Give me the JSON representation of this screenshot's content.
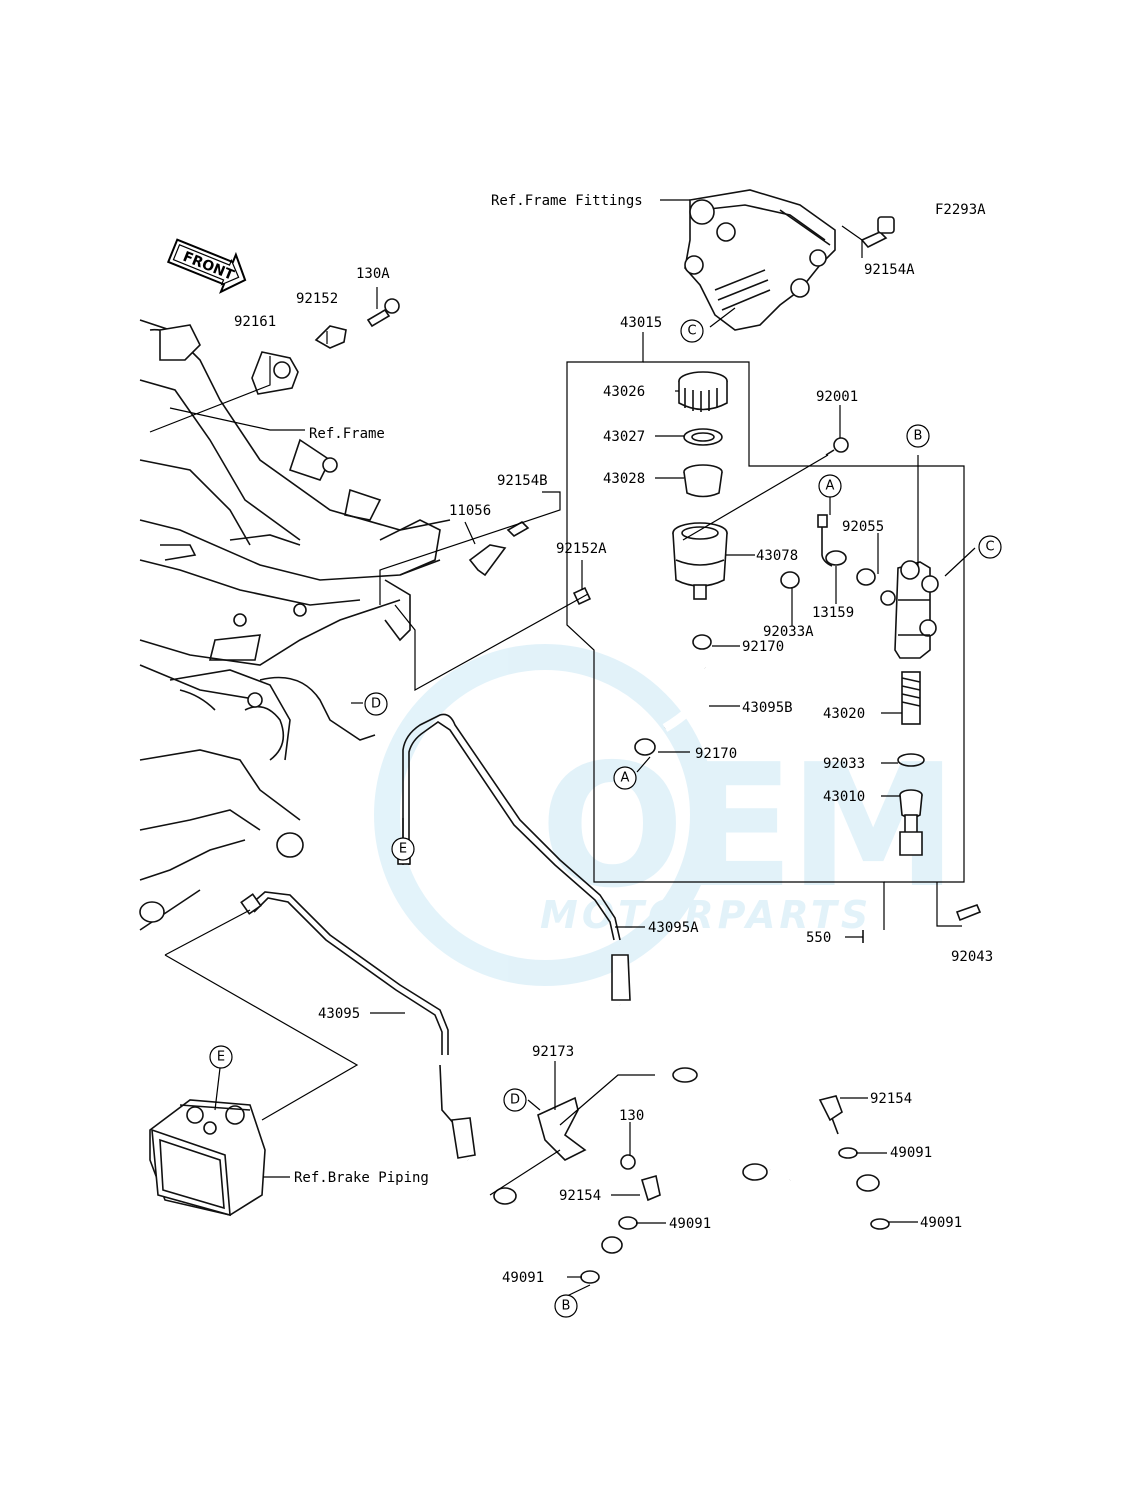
{
  "diagram_code": "F2293A",
  "front_label": "FRONT",
  "refs": {
    "frame_fittings": "Ref.Frame Fittings",
    "frame": "Ref.Frame",
    "brake_piping": "Ref.Brake Piping"
  },
  "watermark": {
    "brand": "OEM",
    "sub": "MOTORPARTS"
  },
  "parts": {
    "p130A": "130A",
    "p92152": "92152",
    "p92161": "92161",
    "p43015": "43015",
    "p43026": "43026",
    "p43027": "43027",
    "p43028": "43028",
    "p92001": "92001",
    "p92154A": "92154A",
    "p92154B": "92154B",
    "p11056": "11056",
    "p92152A": "92152A",
    "p43078": "43078",
    "p92055": "92055",
    "p92033A": "92033A",
    "p13159": "13159",
    "p92170a": "92170",
    "p92170b": "92170",
    "p43095B": "43095B",
    "p43020": "43020",
    "p92033": "92033",
    "p43010": "43010",
    "p43095A": "43095A",
    "p550": "550",
    "p92043": "92043",
    "p43095": "43095",
    "p92173": "92173",
    "p130": "130",
    "p92154a": "92154",
    "p92154b": "92154",
    "p49091a": "49091",
    "p49091b": "49091",
    "p49091c": "49091",
    "p49091d": "49091"
  },
  "markers": {
    "A": "A",
    "B": "B",
    "C": "C",
    "D": "D",
    "E": "E"
  }
}
